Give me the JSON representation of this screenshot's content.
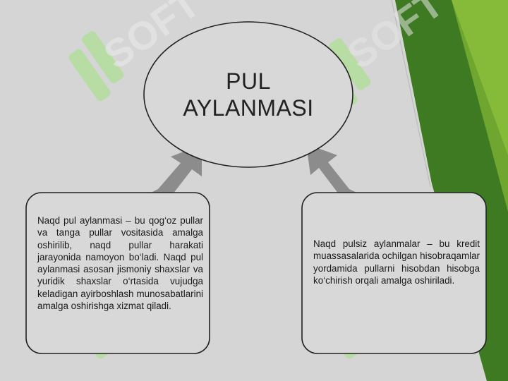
{
  "diagram": {
    "title_line1": "PUL",
    "title_line2": "AYLANMASI",
    "left_box_text": "Naqd pul aylanmasi – bu qog‘oz pullar va tanga pullar vositasida amalga oshirilib, naqd pullar harakati jarayonida namoyon bo‘ladi. Naqd pul aylanmasi asosan jismoniy shaxslar va yuridik shaxslar o‘rtasida vujudga keladigan ayirboshlash munosabatlarini amalga oshirishga xizmat qiladi.",
    "right_box_text": "Naqd pulsiz aylanmalar – bu kredit muassasalarida ochilgan hisobraqamlar yordamida pullarni hisobdan hisobga ko‘chirish orqali amalga oshiriladi."
  },
  "watermark": {
    "text": "SOFT"
  },
  "colors": {
    "background": "#d5d5d5",
    "green_dark": "#3f7a1f",
    "green_light": "#7fb23a",
    "arrow": "#8a8a8a",
    "watermark": "#9be07a"
  }
}
